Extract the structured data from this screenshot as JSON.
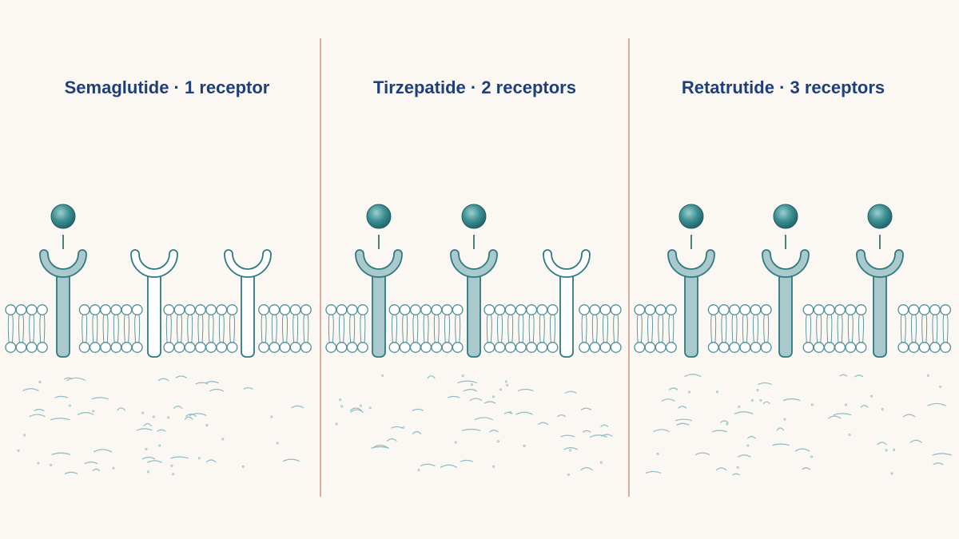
{
  "colors": {
    "background": "#fbf8f3",
    "title": "#1f3f7a",
    "divider": "#c9836a",
    "receptor_active_fill": "#a9c9cc",
    "receptor_stroke": "#2f7a80",
    "receptor_inactive_fill": "#ffffff",
    "ligand": "#3d8f92",
    "lipid": "#4f8f96",
    "cytoplasm_marks": "#8fbcc7"
  },
  "icons": {
    "ligand": "ligand-sphere-icon",
    "receptor": "y-shaped-receptor-icon"
  },
  "panels": [
    {
      "title": "Semaglutide · 1 receptor",
      "receptors": [
        {
          "bound": true
        },
        {
          "bound": false
        },
        {
          "bound": false
        }
      ]
    },
    {
      "title": "Tirzepatide · 2 receptors",
      "receptors": [
        {
          "bound": true
        },
        {
          "bound": true
        },
        {
          "bound": false
        }
      ]
    },
    {
      "title": "Retatrutide · 3 receptors",
      "receptors": [
        {
          "bound": true
        },
        {
          "bound": true
        },
        {
          "bound": true
        }
      ]
    }
  ]
}
